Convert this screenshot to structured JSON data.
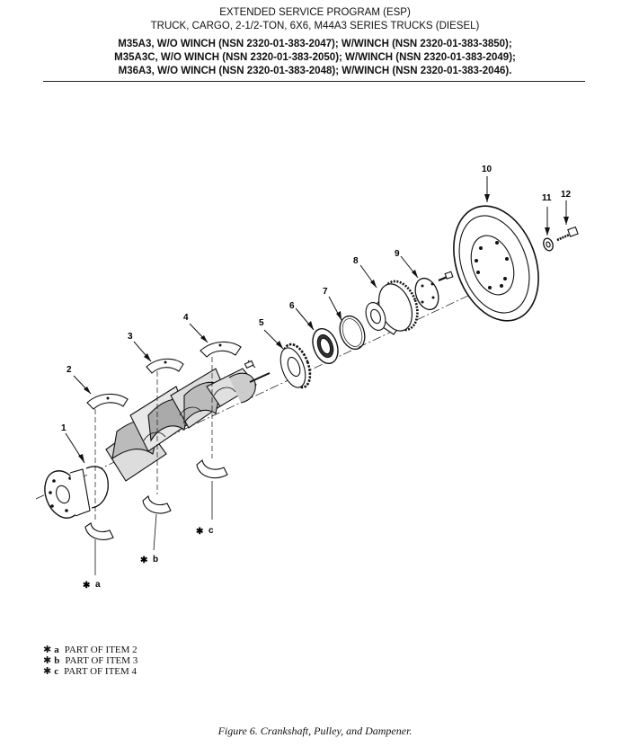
{
  "header": {
    "line1": "EXTENDED SERVICE PROGRAM (ESP)",
    "line2": "TRUCK, CARGO, 2-1/2-TON, 6X6, M44A3 SERIES TRUCKS (DIESEL)",
    "line3": "M35A3, W/O WINCH (NSN 2320-01-383-2047); W/WINCH (NSN 2320-01-383-3850);",
    "line4": "M35A3C, W/O WINCH (NSN 2320-01-383-2050); W/WINCH (NSN 2320-01-383-2049);",
    "line5": "M36A3, W/O WINCH (NSN 2320-01-383-2048); W/WINCH (NSN 2320-01-383-2046)."
  },
  "callouts": {
    "n1": "1",
    "n2": "2",
    "n3": "3",
    "n4": "4",
    "n5": "5",
    "n6": "6",
    "n7": "7",
    "n8": "8",
    "n9": "9",
    "n10": "10",
    "n11": "11",
    "n12": "12"
  },
  "refs": {
    "a": "a",
    "b": "b",
    "c": "c",
    "star": "✱"
  },
  "legend": [
    {
      "star": "✱",
      "letter": "a",
      "text": "PART OF ITEM 2"
    },
    {
      "star": "✱",
      "letter": "b",
      "text": "PART OF ITEM 3"
    },
    {
      "star": "✱",
      "letter": "c",
      "text": "PART OF ITEM 4"
    }
  ],
  "caption": "Figure 6. Crankshaft, Pulley, and Dampener."
}
